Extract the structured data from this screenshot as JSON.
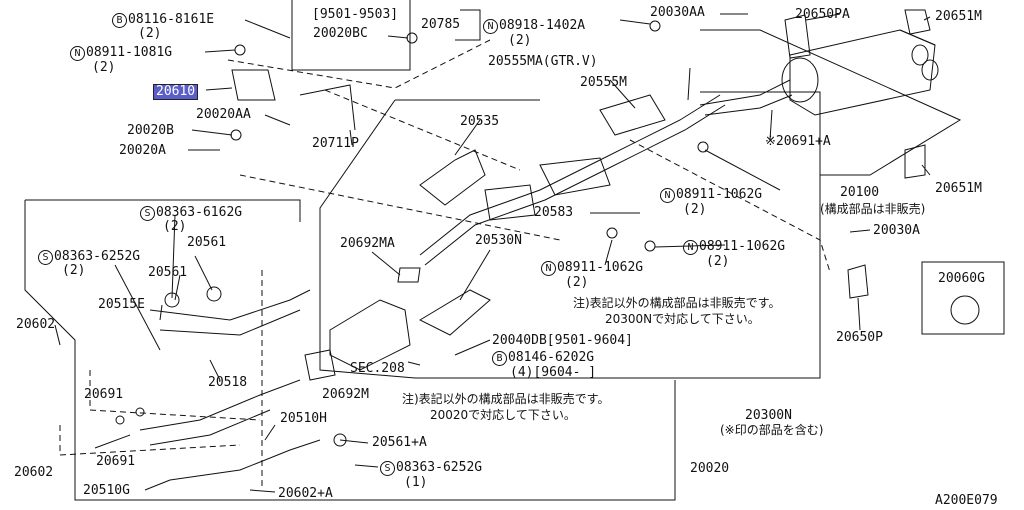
{
  "diagram_code": "A200E079",
  "highlight_part": "20610",
  "labels": {
    "p08116": "08116-8161E",
    "p08116_qty": "(2)",
    "p08911_1081g": "08911-1081G",
    "p08911_1081g_qty": "(2)",
    "p20610": "20610",
    "p20020aa": "20020AA",
    "p20020b": "20020B",
    "p20020a": "20020A",
    "p20711p": "20711P",
    "range_9501_9503": "[9501-9503]",
    "p20785": "20785",
    "p20020bc": "20020BC",
    "p08918": "08918-1402A",
    "p08918_qty": "(2)",
    "p20030aa": "20030AA",
    "p20650pa": "20650PA",
    "p20651m_top": "20651M",
    "p20555ma": "20555MA(GTR.V)",
    "p20555m": "20555M",
    "p20535": "20535",
    "p20691a": "※20691+A",
    "p08911_1062g_a": "08911-1062G",
    "p08911_1062g_a_qty": "(2)",
    "p20100": "20100",
    "p20100_note": "(構成部品は非販売)",
    "p20651m_mid": "20651M",
    "p20583": "20583",
    "p20030a": "20030A",
    "p08911_1062g_b": "08911-1062G",
    "p08911_1062g_b_qty": "(2)",
    "p20692ma": "20692MA",
    "p20530n": "20530N",
    "p08911_1062g_c": "08911-1062G",
    "p08911_1062g_c_qty": "(2)",
    "p08363_6162g": "08363-6162G",
    "p08363_6162g_qty": "(2)",
    "p08363_6252g": "08363-6252G",
    "p08363_6252g_qty": "(2)",
    "p20561_a": "20561",
    "p20561_b": "20561",
    "p20515e": "20515E",
    "p20602_top": "20602",
    "p20518": "20518",
    "p20060g": "20060G",
    "p20650p": "20650P",
    "note1_l1": "注)表記以外の構成部品は非販売です。",
    "note1_l2": "20300Nで対応して下さい。",
    "p20040db": "20040DB[9501-9604]",
    "p08146": "08146-6202G",
    "p08146_qty": "(4)[9604-     ]",
    "sec208": "SEC.208",
    "p20692m": "20692M",
    "note2_l1": "注)表記以外の構成部品は非販売です。",
    "note2_l2": "20020で対応して下さい。",
    "p20691_a": "20691",
    "p20691_b": "20691",
    "p20510h": "20510H",
    "p20561a": "20561+A",
    "p08363_6252g_b": "08363-6252G",
    "p08363_6252g_b_qty": "(1)",
    "p20300n": "20300N",
    "p20300n_note": "(※印の部品を含む)",
    "p20602_bot": "20602",
    "p20510g": "20510G",
    "p20602a": "20602+A",
    "p20020": "20020"
  },
  "markers": {
    "B": "B",
    "N": "N",
    "S": "S"
  }
}
